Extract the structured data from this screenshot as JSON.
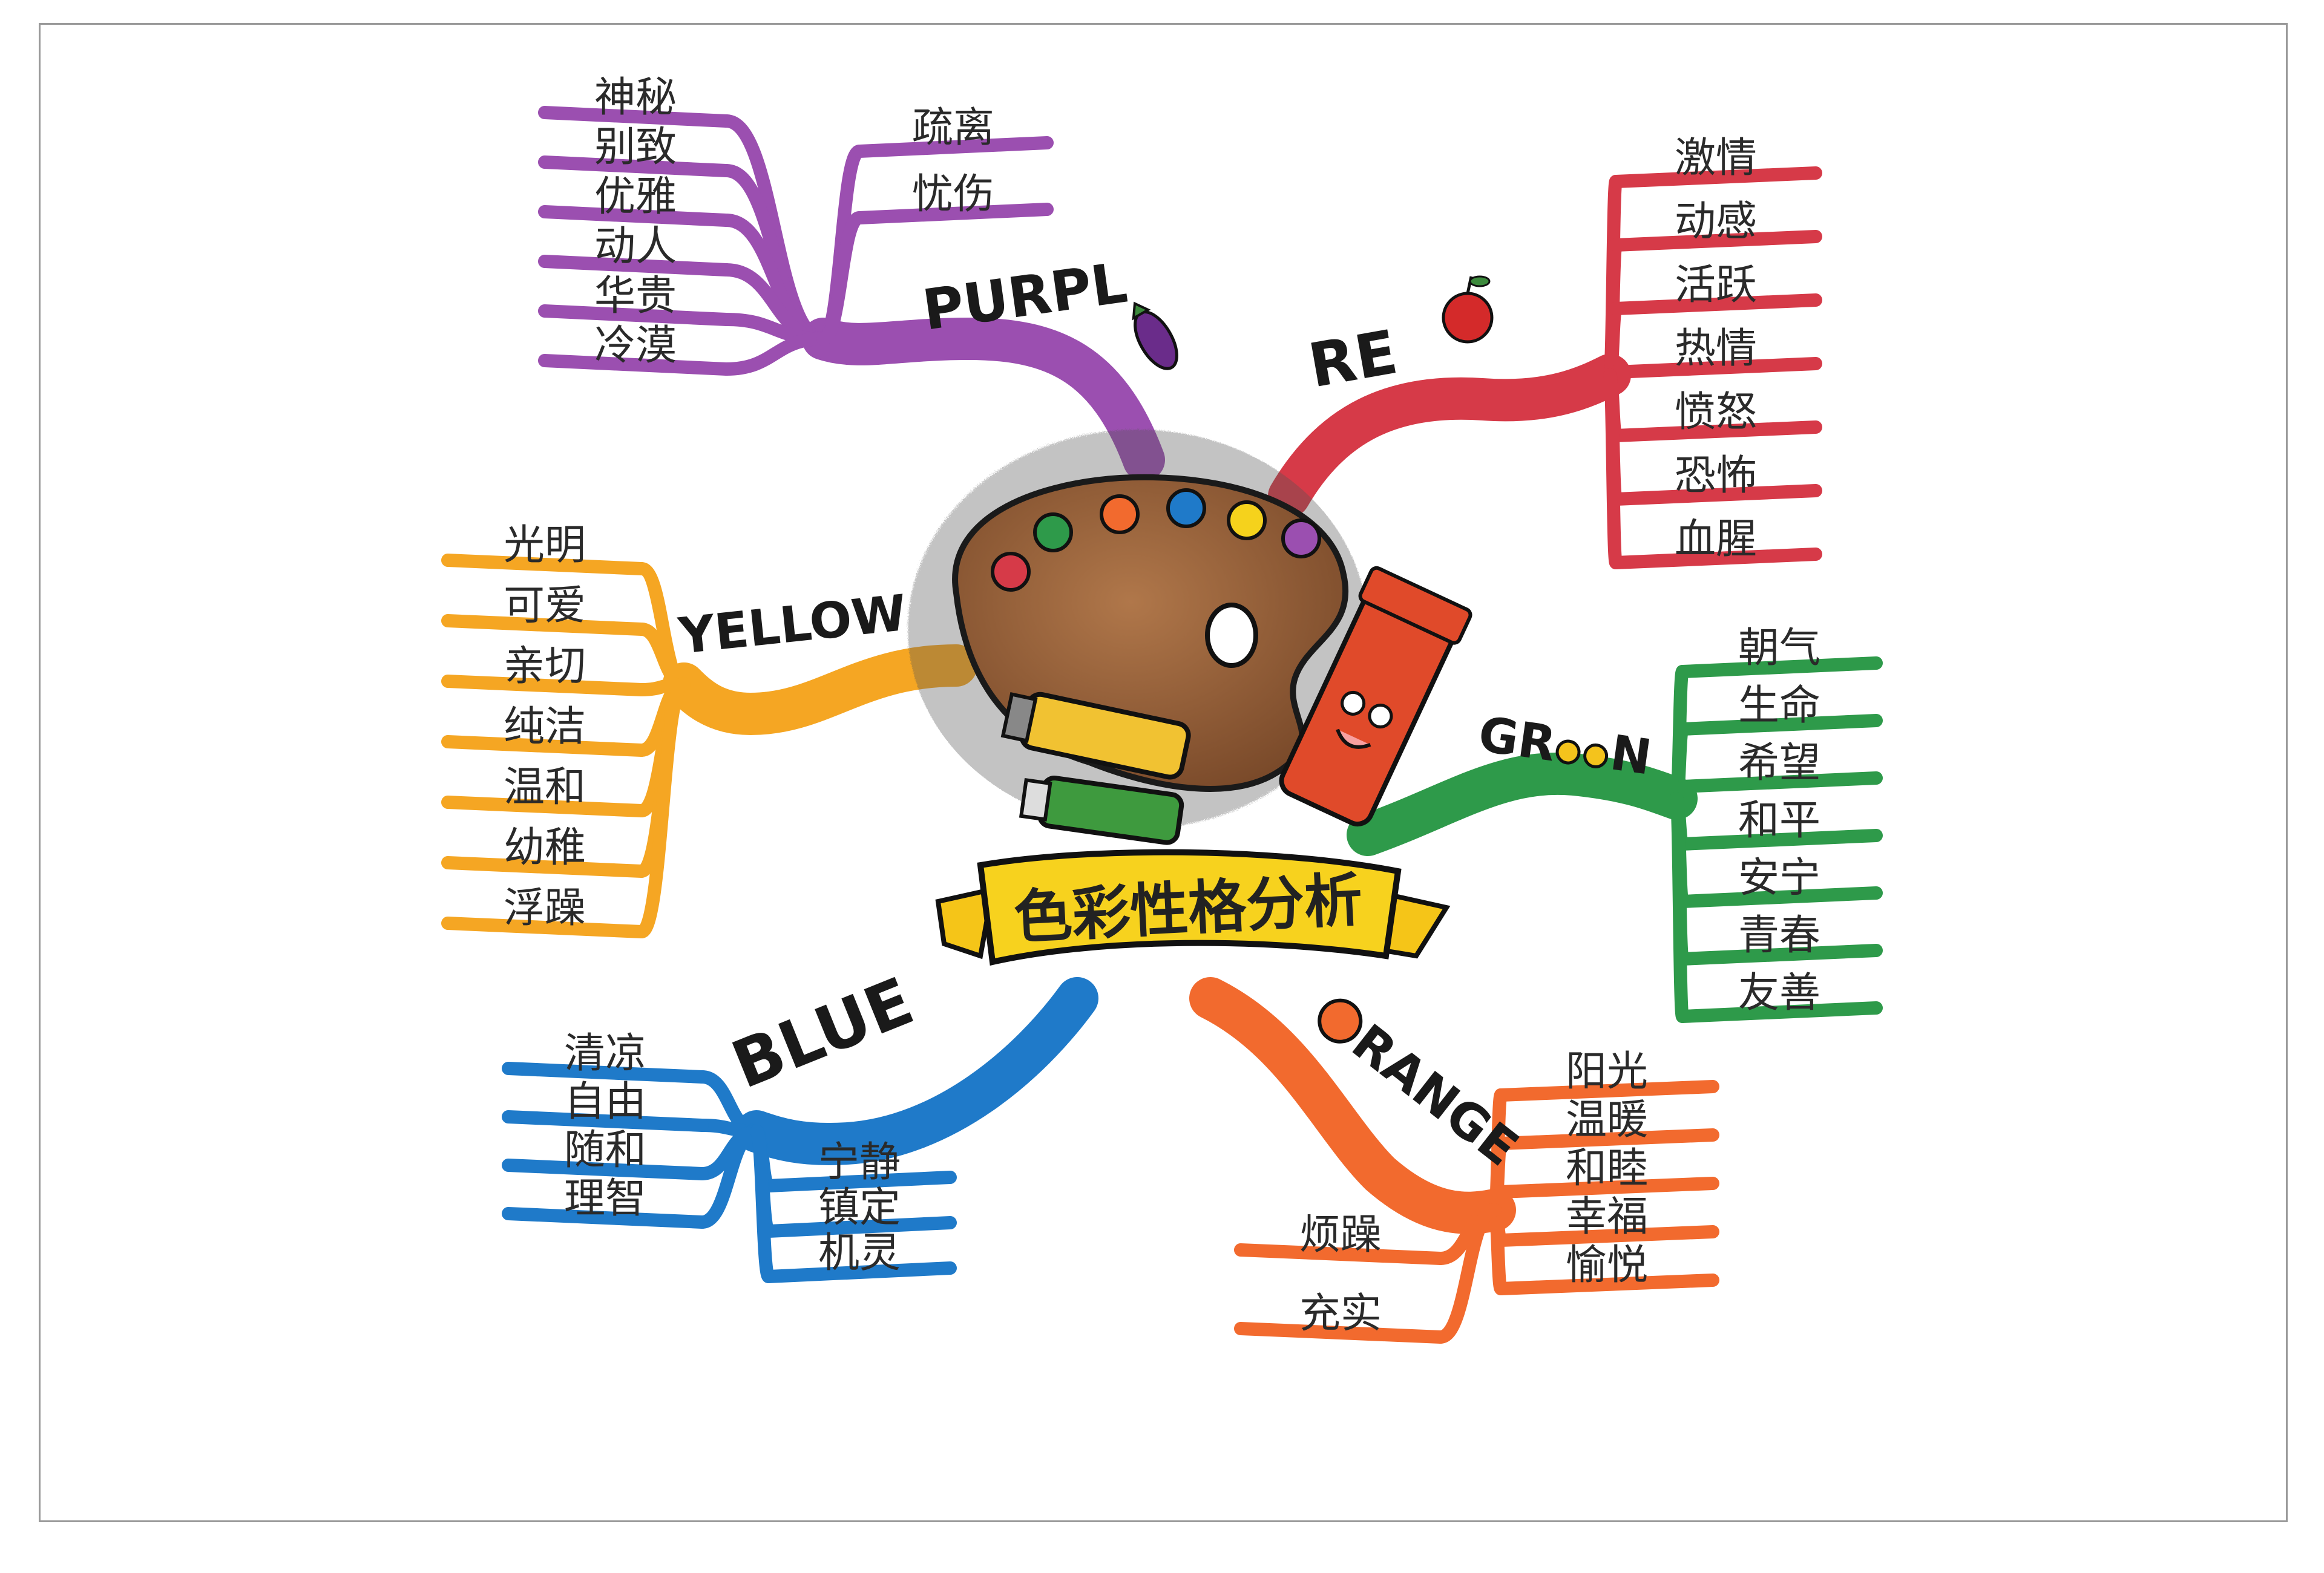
{
  "title": "色彩性格分析",
  "branches": [
    {
      "id": "purple",
      "label": "PURPL",
      "color": "#9b4fb0",
      "words": [
        "神秘",
        "别致",
        "优雅",
        "动人",
        "华贵",
        "冷漠"
      ],
      "words2": [
        "疏离",
        "忧伤"
      ]
    },
    {
      "id": "red",
      "label": "RE",
      "color": "#d63a48",
      "words": [
        "激情",
        "动感",
        "活跃",
        "热情",
        "愤怒",
        "恐怖",
        "血腥"
      ]
    },
    {
      "id": "yellow",
      "label": "YELLOW",
      "color": "#f5a623",
      "words": [
        "光明",
        "可爱",
        "亲切",
        "纯洁",
        "温和",
        "幼稚",
        "浮躁"
      ]
    },
    {
      "id": "green",
      "label": "GR",
      "label_tail": "N",
      "color": "#2e9a4a",
      "words": [
        "朝气",
        "生命",
        "希望",
        "和平",
        "安宁",
        "青春",
        "友善"
      ]
    },
    {
      "id": "blue",
      "label": "BLUE",
      "color": "#1f7ac9",
      "words": [
        "清凉",
        "自由",
        "随和",
        "理智"
      ],
      "words2": [
        "宁静",
        "镇定",
        "机灵"
      ]
    },
    {
      "id": "orange",
      "label": "RANGE",
      "color": "#f26a2e",
      "words": [
        "阳光",
        "温暖",
        "和睦",
        "幸福",
        "愉悦"
      ],
      "words2": [
        "烦躁",
        "充实"
      ]
    }
  ]
}
